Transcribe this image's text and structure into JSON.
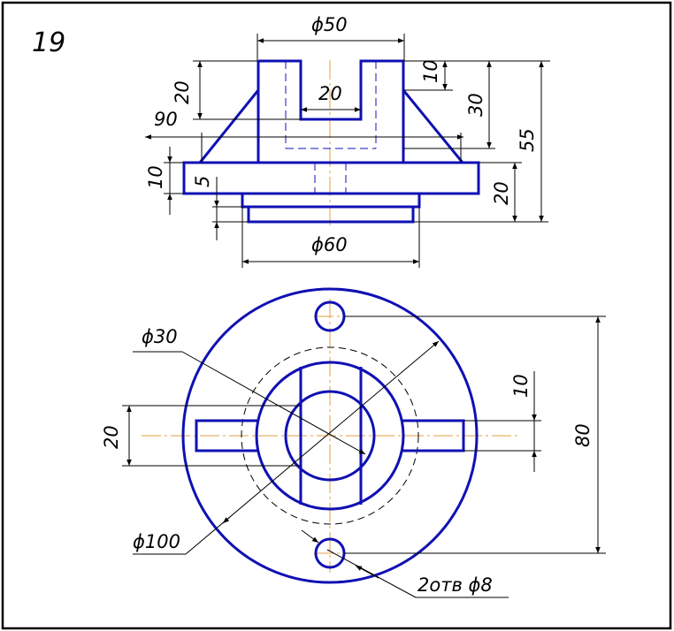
{
  "drawing": {
    "number": "19",
    "colors": {
      "outline": "#1010b4",
      "center_lines": "#e0a040",
      "dimension_lines": "#000000",
      "frame": "#000000"
    }
  },
  "front_view": {
    "dims": {
      "d50": "ϕ50",
      "d60": "ϕ60",
      "w20": "20",
      "h20_left": "20",
      "a90": "90",
      "h10_left": "10",
      "h5": "5",
      "h10_right": "10",
      "h30": "30",
      "h55": "55",
      "h20_right": "20"
    }
  },
  "top_view": {
    "dims": {
      "d30": "ϕ30",
      "d100": "ϕ100",
      "h20_left": "20",
      "h10_right": "10",
      "h80": "80",
      "holes": "2отв ϕ8"
    }
  }
}
